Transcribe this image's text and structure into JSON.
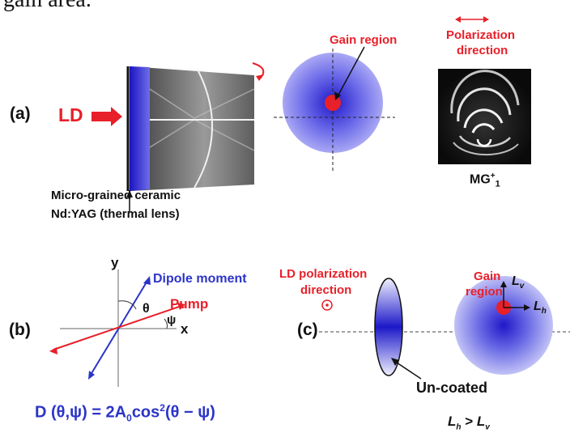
{
  "top_text": "gain area.",
  "panel_a": {
    "label": "(a)",
    "ld_label": "LD",
    "gain_region_label": "Gain region",
    "polarization_label_line1": "Polarization",
    "polarization_label_line2": "direction",
    "ceramic_label_line1": "Micro-grained ceramic",
    "ceramic_label_line2": "Nd:YAG (thermal lens)",
    "mode_label_main": "MG",
    "mode_label_sup": "+",
    "mode_label_sub": "1"
  },
  "panel_b": {
    "label": "(b)",
    "y_axis": "y",
    "x_axis": "x",
    "dipole_label": "Dipole moment",
    "pump_label": "Pump",
    "theta": "θ",
    "psi": "ψ",
    "formula_left": "D (θ,ψ) = 2A",
    "formula_sub": "0",
    "formula_mid": "cos",
    "formula_sup": "2",
    "formula_right": "(θ − ψ)"
  },
  "panel_c": {
    "label": "(c)",
    "ld_pol_line1": "LD polarization",
    "ld_pol_line2": "direction",
    "gain_line1": "Gain",
    "gain_line2": "region",
    "lv": "L",
    "lv_sub": "v",
    "lh": "L",
    "lh_sub": "h",
    "uncoated_label": "Un-coated",
    "relation_left": "L",
    "relation_left_sub": "h",
    "relation_op": ">",
    "relation_right": "L",
    "relation_right_sub": "v"
  },
  "colors": {
    "red": "#e8202a",
    "blue": "#2b34c8",
    "black": "#111111"
  }
}
